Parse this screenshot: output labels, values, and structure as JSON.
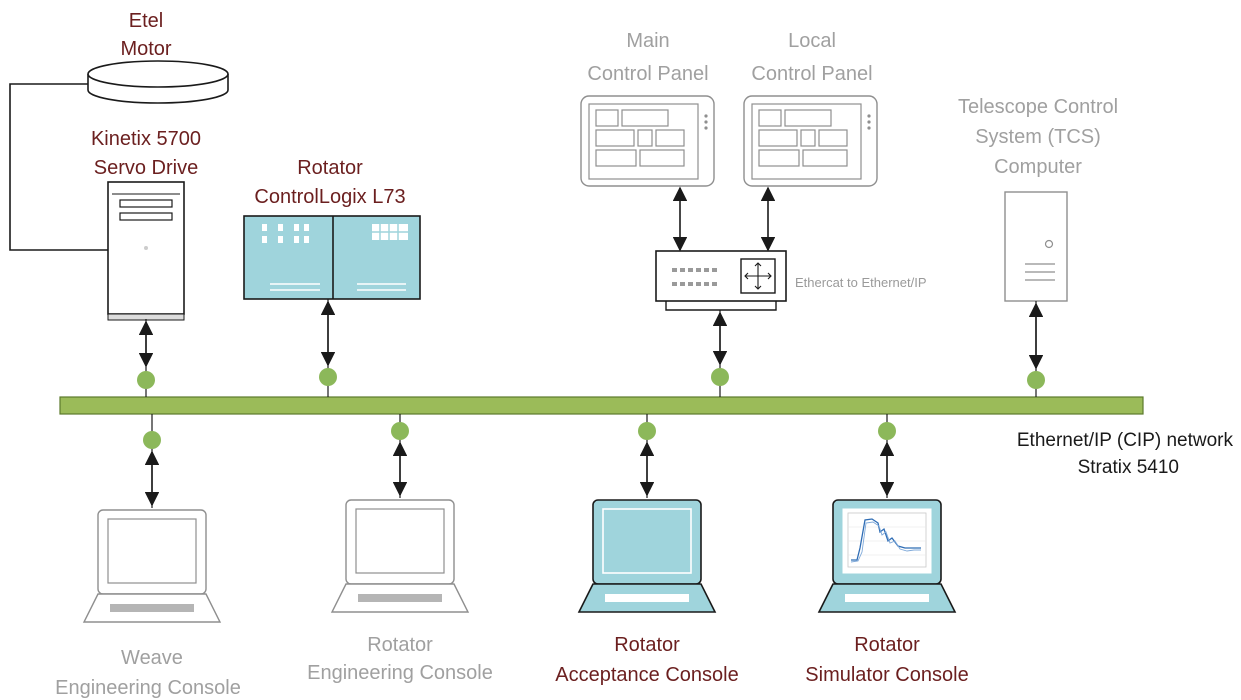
{
  "colors": {
    "network_bus": "#9bbb59",
    "node_dot": "#8cb85a",
    "device_teal": "#9fd4dc",
    "label_dark": "#6b1f1f",
    "label_grey": "#a0a0a0"
  },
  "network": {
    "name_line1": "Ethernet/IP (CIP) network",
    "name_line2": "Stratix 5410"
  },
  "devices": {
    "motor": {
      "line1": "Etel",
      "line2": "Motor"
    },
    "servo_drive": {
      "line1": "Kinetix 5700",
      "line2": "Servo Drive"
    },
    "controllogix": {
      "line1": "Rotator",
      "line2": "ControlLogix L73"
    },
    "main_panel": {
      "line1": "Main",
      "line2": "Control Panel"
    },
    "local_panel": {
      "line1": "Local",
      "line2": "Control Panel"
    },
    "gateway": {
      "label": "Ethercat to Ethernet/IP"
    },
    "tcs": {
      "line1": "Telescope Control",
      "line2": "System (TCS)",
      "line3": "Computer"
    }
  },
  "consoles": [
    {
      "line1": "Weave",
      "line2": "Engineering Console"
    },
    {
      "line1": "Rotator",
      "line2": "Engineering Console"
    },
    {
      "line1": "Rotator",
      "line2": "Acceptance Console"
    },
    {
      "line1": "Rotator",
      "line2": "Simulator Console"
    }
  ]
}
